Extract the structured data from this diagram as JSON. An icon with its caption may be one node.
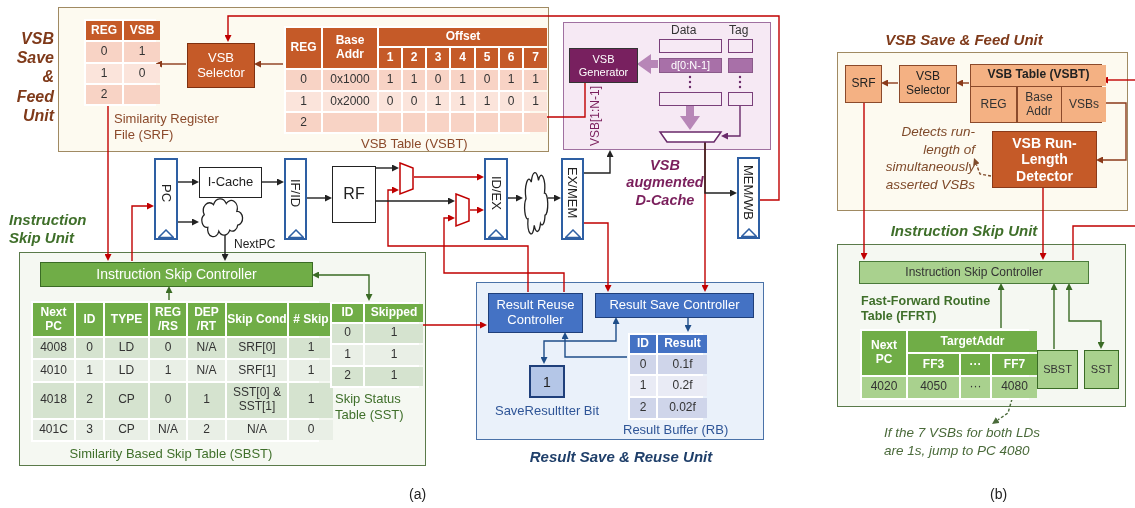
{
  "diagram": {
    "nodes": [
      {
        "text": [
          "VSB Save & Feed Unit"
        ]
      },
      {
        "text": [
          "REG",
          "VSB",
          "0",
          "1",
          "1",
          "0",
          "2",
          "Similarity Register File (SRF)"
        ],
        "in": 0
      },
      {
        "text": [
          "VSB Selector"
        ],
        "in": 0
      },
      {
        "text": [
          "REG",
          "Base Addr",
          "Offset",
          "1",
          "2",
          "3",
          "4",
          "5",
          "6",
          "7",
          "0",
          "0x1000",
          "1",
          "1",
          "0",
          "1",
          "0",
          "1",
          "1",
          "1",
          "0x2000",
          "0",
          "0",
          "1",
          "1",
          "1",
          "0",
          "1",
          "2",
          "VSB Table (VSBT)"
        ],
        "in": 0
      },
      {
        "text": [
          "VSB augmented D-Cache"
        ]
      },
      {
        "text": [
          "VSB Generator"
        ],
        "in": 4
      },
      {
        "text": [],
        "shape": "box",
        "in": 4
      },
      {
        "text": [
          "d[0:N-1]"
        ],
        "in": 4
      },
      {
        "text": [],
        "shape": "box",
        "in": 4
      },
      {
        "text": [],
        "shape": "box",
        "in": 4
      },
      {
        "text": [],
        "shape": "box",
        "in": 4
      },
      {
        "text": [],
        "shape": "box",
        "in": 4
      },
      {
        "text": [],
        "shape": "trapezoid",
        "in": 4
      },
      {
        "text": [
          "PC"
        ]
      },
      {
        "text": [
          "I-Cache"
        ]
      },
      {
        "text": [],
        "shape": "cloud"
      },
      {
        "text": [
          "IF/ID"
        ]
      },
      {
        "text": [
          "RF"
        ]
      },
      {
        "text": [],
        "shape": "trapezoid"
      },
      {
        "text": [],
        "shape": "trapezoid"
      },
      {
        "text": [
          "ID/EX"
        ]
      },
      {
        "text": [],
        "shape": "cloud"
      },
      {
        "text": [
          "EX/MEM"
        ]
      },
      {
        "text": [
          "MEM/WB"
        ]
      },
      {
        "text": [
          "Instruction Skip Unit"
        ]
      },
      {
        "text": [
          "Instruction Skip Controller"
        ],
        "in": 24
      },
      {
        "text": [
          "Next PC",
          "ID",
          "TYPE",
          "REG /RS",
          "DEP /RT",
          "Skip Cond",
          "# Skip",
          "4008",
          "0",
          "LD",
          "0",
          "N/A",
          "SRF[0]",
          "1",
          "4010",
          "1",
          "LD",
          "1",
          "N/A",
          "SRF[1]",
          "1",
          "4018",
          "2",
          "CP",
          "0",
          "1",
          "SST[0] & SST[1]",
          "1",
          "401C",
          "3",
          "CP",
          "N/A",
          "2",
          "N/A",
          "0",
          "Similarity Based Skip Table (SBST)"
        ],
        "in": 24
      },
      {
        "text": [
          "ID",
          "Skipped",
          "0",
          "1",
          "1",
          "1",
          "2",
          "1",
          "Skip Status Table (SST)"
        ],
        "in": 24
      },
      {
        "text": [
          "Result Save & Reuse Unit"
        ]
      },
      {
        "text": [
          "Result Reuse Controller"
        ],
        "in": 28
      },
      {
        "text": [
          "Result Save Controller"
        ],
        "in": 28
      },
      {
        "text": [
          "1",
          "SaveResultIter Bit"
        ],
        "in": 28
      },
      {
        "text": [
          "ID",
          "Result",
          "0",
          "0.1f",
          "1",
          "0.2f",
          "2",
          "0.02f",
          "Result Buffer (RB)"
        ],
        "in": 28
      },
      {
        "text": [
          "VSB Save & Feed Unit"
        ]
      },
      {
        "text": [
          "SRF"
        ],
        "in": 33
      },
      {
        "text": [
          "VSB Selector"
        ],
        "in": 33
      },
      {
        "text": [
          "VSB Table (VSBT)",
          "REG",
          "Base Addr",
          "VSBs"
        ],
        "in": 33
      },
      {
        "text": [
          "Detects run-length of simultaneously asserted VSBs"
        ],
        "in": 33
      },
      {
        "text": [
          "VSB Run-Length Detector"
        ],
        "in": 33
      },
      {
        "text": [
          "Instruction Skip Unit"
        ]
      },
      {
        "text": [
          "Instruction Skip Controller"
        ],
        "in": 39
      },
      {
        "text": [
          "Fast-Forward Routine Table (FFRT)",
          "Next PC",
          "TargetAddr",
          "FF3",
          "···",
          "FF7",
          "4020",
          "4050",
          "···",
          "4080"
        ],
        "in": 39
      },
      {
        "text": [
          "SBST"
        ],
        "in": 39
      },
      {
        "text": [
          "SST"
        ],
        "in": 39
      },
      {
        "text": [
          "If the 7 VSBs for both LDs are 1s, jump to PC 4080"
        ]
      }
    ],
    "edges": [
      {
        "from": 2,
        "to": 1,
        "arrow": "to",
        "color": "#8b3a1a"
      },
      {
        "from": 3,
        "to": 2,
        "arrow": "to",
        "color": "#8b3a1a"
      },
      {
        "from": 5,
        "to": 3,
        "arrow": "to",
        "label": "VSB[1:N-1]"
      },
      {
        "from": 7,
        "to": 5,
        "arrow": "to",
        "style": "thick",
        "color": "#b786b7"
      },
      {
        "from": 8,
        "to": 12,
        "arrow": "to",
        "style": "thick",
        "color": "#b786b7"
      },
      {
        "from": 11,
        "to": 12,
        "arrow": "to",
        "color": "#6a2a6a"
      },
      {
        "from": 13,
        "to": 14,
        "arrow": "to",
        "color": "#222222"
      },
      {
        "from": 13,
        "to": 15,
        "arrow": "to",
        "color": "#222222"
      },
      {
        "from": 14,
        "to": 16,
        "arrow": "to",
        "color": "#222222"
      },
      {
        "from": 16,
        "to": 17,
        "arrow": "to",
        "color": "#222222"
      },
      {
        "from": 17,
        "to": 18,
        "arrow": "to",
        "color": "#222222"
      },
      {
        "from": 17,
        "to": 19,
        "arrow": "to",
        "color": "#222222"
      },
      {
        "from": 18,
        "to": 20,
        "arrow": "to"
      },
      {
        "from": 19,
        "to": 20,
        "arrow": "to"
      },
      {
        "from": 20,
        "to": 21,
        "arrow": "to",
        "color": "#222222"
      },
      {
        "from": 21,
        "to": 22,
        "arrow": "to",
        "color": "#222222"
      },
      {
        "from": 22,
        "to": 4,
        "arrow": "to",
        "color": "#222222"
      },
      {
        "from": 12,
        "to": 23,
        "arrow": "to",
        "color": "#222222"
      },
      {
        "from": 12,
        "to": 30,
        "arrow": "to"
      },
      {
        "from": 23,
        "to": 2,
        "arrow": "to"
      },
      {
        "from": 29,
        "to": 19,
        "arrow": "to"
      },
      {
        "from": 29,
        "to": 18,
        "arrow": "to"
      },
      {
        "from": 22,
        "to": 30,
        "arrow": "to"
      },
      {
        "from": 1,
        "to": 25,
        "arrow": "to"
      },
      {
        "from": 25,
        "to": 13,
        "arrow": "to"
      },
      {
        "from": 15,
        "to": 25,
        "arrow": "to",
        "label": "NextPC",
        "color": "#222222"
      },
      {
        "from": 25,
        "to": 27,
        "arrow": "both",
        "color": "#3a6b25"
      },
      {
        "from": 26,
        "to": 25,
        "arrow": "to",
        "color": "#3a6b25"
      },
      {
        "from": 27,
        "to": 29,
        "arrow": "to"
      },
      {
        "from": 30,
        "to": 31,
        "arrow": "both",
        "color": "#1f4e89"
      },
      {
        "from": 30,
        "to": 32,
        "arrow": "to",
        "color": "#1f4e89"
      },
      {
        "from": 32,
        "to": 29,
        "arrow": "to",
        "color": "#1f4e89"
      },
      {
        "from": 35,
        "to": 34,
        "arrow": "to",
        "color": "#8b3a1a"
      },
      {
        "from": 36,
        "to": 35,
        "arrow": "to",
        "color": "#8b3a1a"
      },
      {
        "from": 36,
        "to": 38,
        "arrow": "to",
        "color": "#8b3a1a"
      },
      {
        "from": 38,
        "to": 37,
        "arrow": "to",
        "style": "dashed",
        "color": "#7f4a2a"
      },
      {
        "from": null,
        "to": 36,
        "arrow": "to"
      },
      {
        "from": 34,
        "to": 40,
        "arrow": "to"
      },
      {
        "from": 38,
        "to": 40,
        "arrow": "to"
      },
      {
        "from": 40,
        "to": null,
        "arrow": "none"
      },
      {
        "from": 41,
        "to": 40,
        "arrow": "to",
        "color": "#3a6b25"
      },
      {
        "from": 42,
        "to": 40,
        "arrow": "to",
        "color": "#3a6b25"
      },
      {
        "from": 40,
        "to": 43,
        "arrow": "both",
        "color": "#3a6b25"
      },
      {
        "from": 41,
        "to": 44,
        "arrow": "to",
        "style": "dashed",
        "color": "#4a6a3a"
      }
    ],
    "labels": [
      "Data",
      "Tag",
      "(a)",
      "(b)"
    ]
  }
}
